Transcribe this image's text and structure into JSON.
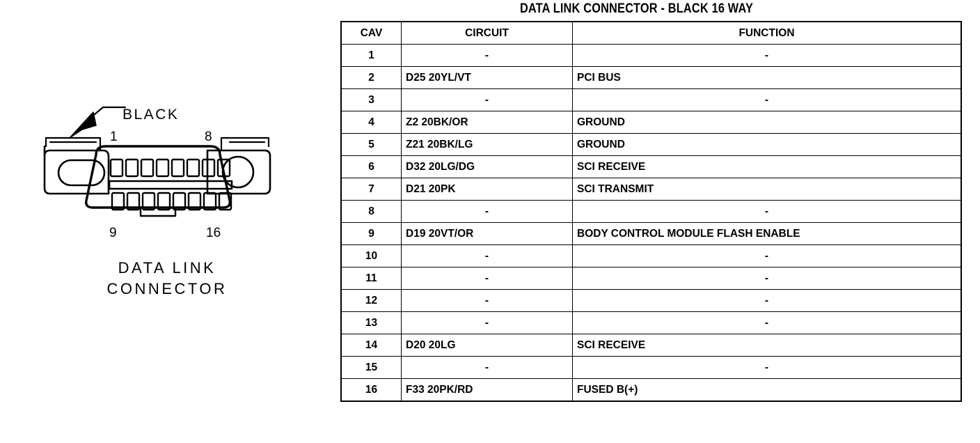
{
  "diagram": {
    "color_callout": "BLACK",
    "pin_labels": {
      "top_left": "1",
      "top_right": "8",
      "bottom_left": "9",
      "bottom_right": "16"
    },
    "caption_line1": "DATA LINK",
    "caption_line2": "CONNECTOR",
    "pin_count_top": 8,
    "pin_count_bottom": 8
  },
  "table": {
    "title": "DATA LINK CONNECTOR - BLACK 16 WAY",
    "headers": [
      "CAV",
      "CIRCUIT",
      "FUNCTION"
    ],
    "rows": [
      {
        "cav": "1",
        "circuit": "-",
        "function": "-"
      },
      {
        "cav": "2",
        "circuit": "D25 20YL/VT",
        "function": "PCI BUS"
      },
      {
        "cav": "3",
        "circuit": "-",
        "function": "-"
      },
      {
        "cav": "4",
        "circuit": "Z2 20BK/OR",
        "function": "GROUND"
      },
      {
        "cav": "5",
        "circuit": "Z21 20BK/LG",
        "function": "GROUND"
      },
      {
        "cav": "6",
        "circuit": "D32 20LG/DG",
        "function": "SCI RECEIVE"
      },
      {
        "cav": "7",
        "circuit": "D21 20PK",
        "function": "SCI TRANSMIT"
      },
      {
        "cav": "8",
        "circuit": "-",
        "function": "-"
      },
      {
        "cav": "9",
        "circuit": "D19 20VT/OR",
        "function": "BODY CONTROL MODULE FLASH ENABLE"
      },
      {
        "cav": "10",
        "circuit": "-",
        "function": "-"
      },
      {
        "cav": "11",
        "circuit": "-",
        "function": "-"
      },
      {
        "cav": "12",
        "circuit": "-",
        "function": "-"
      },
      {
        "cav": "13",
        "circuit": "-",
        "function": "-"
      },
      {
        "cav": "14",
        "circuit": "D20 20LG",
        "function": "SCI RECEIVE"
      },
      {
        "cav": "15",
        "circuit": "-",
        "function": "-"
      },
      {
        "cav": "16",
        "circuit": "F33 20PK/RD",
        "function": "FUSED B(+)"
      }
    ]
  },
  "colors": {
    "ink": "#000000",
    "paper": "#ffffff"
  }
}
